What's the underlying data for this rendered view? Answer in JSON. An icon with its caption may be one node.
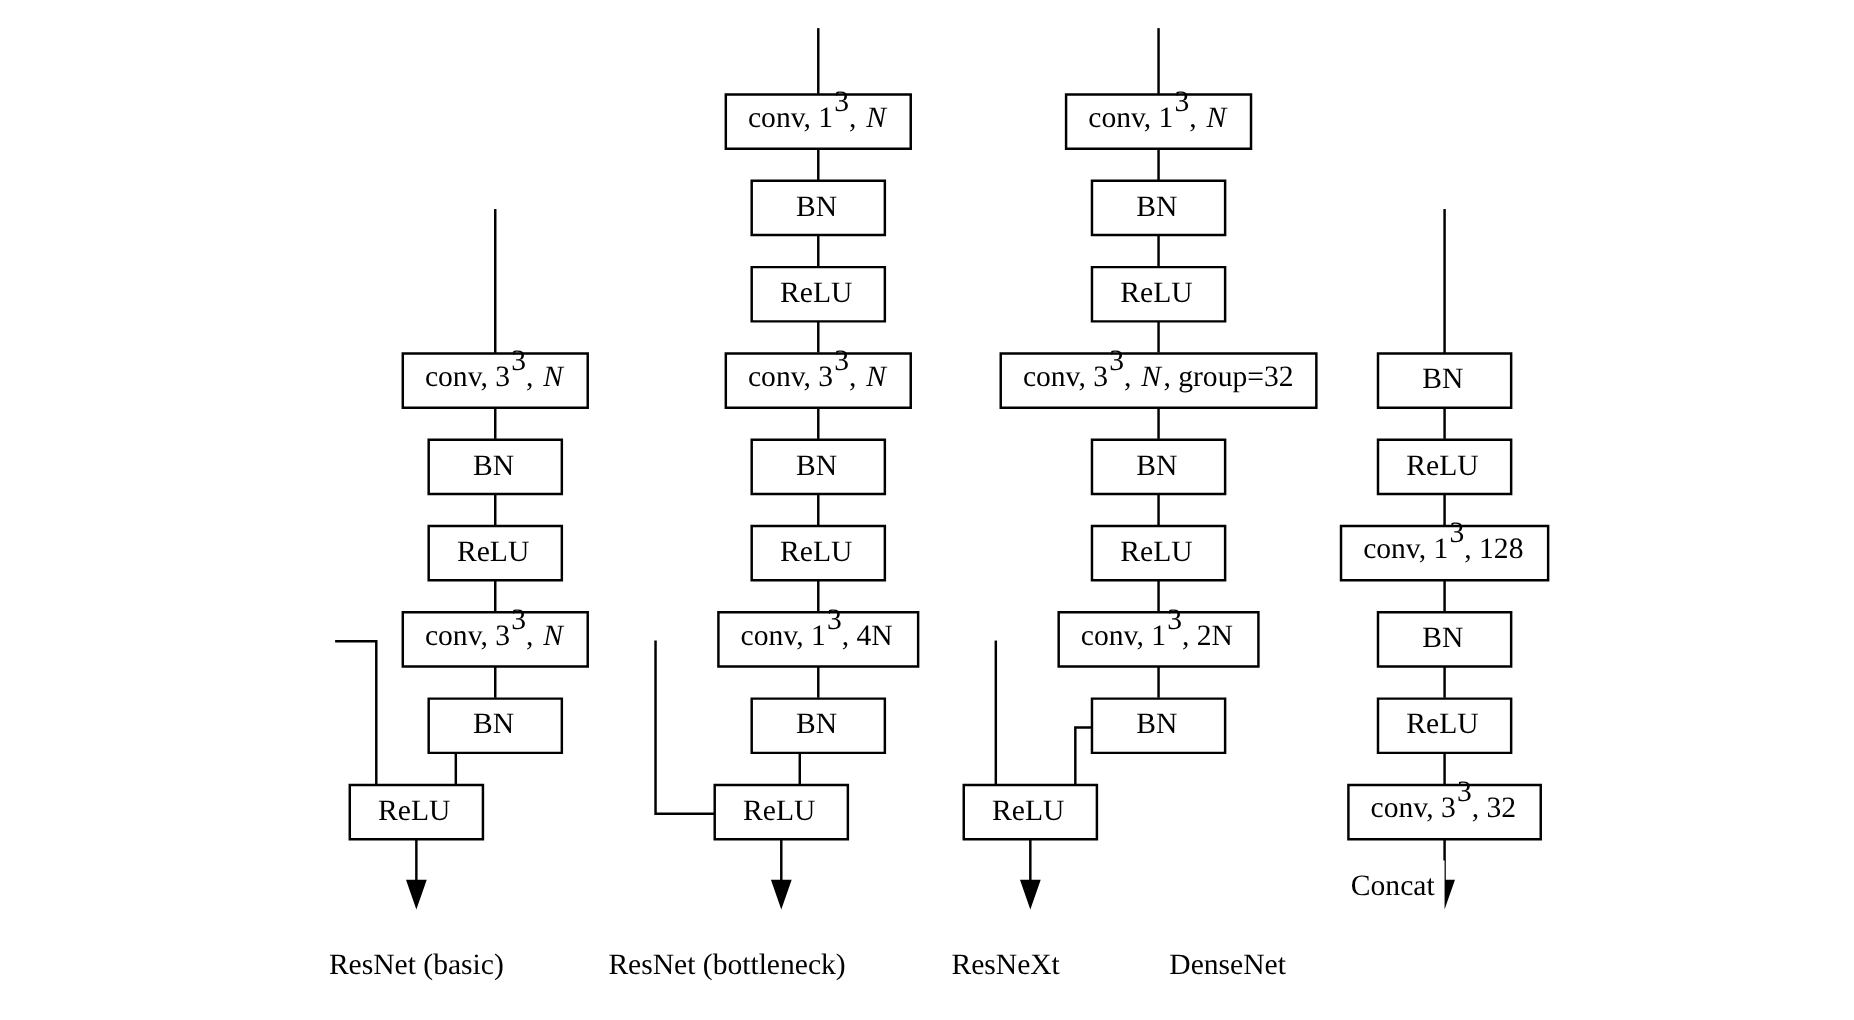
{
  "diagram": {
    "nodes": [
      {
        "text": [
          "conv, 3$^{3}$, *N*"
        ]
      },
      {
        "text": [
          "BN"
        ]
      },
      {
        "text": [
          "ReLU"
        ]
      },
      {
        "text": [
          "conv, 3$^{3}$, *N*"
        ]
      },
      {
        "text": [
          "BN"
        ]
      },
      {
        "text": [
          "ReLU"
        ]
      },
      {
        "text": [
          "conv, 1$^{3}$, *N*"
        ]
      },
      {
        "text": [
          "BN"
        ]
      },
      {
        "text": [
          "ReLU"
        ]
      },
      {
        "text": [
          "conv, 3$^{3}$, *N*"
        ]
      },
      {
        "text": [
          "BN"
        ]
      },
      {
        "text": [
          "ReLU"
        ]
      },
      {
        "text": [
          "conv, 1$^{3}$, 4N"
        ]
      },
      {
        "text": [
          "BN"
        ]
      },
      {
        "text": [
          "ReLU"
        ]
      },
      {
        "text": [
          "conv, 1$^{3}$, *N*"
        ]
      },
      {
        "text": [
          "BN"
        ]
      },
      {
        "text": [
          "ReLU"
        ]
      },
      {
        "text": [
          "conv, 3$^{3}$, *N*, group=32"
        ]
      },
      {
        "text": [
          "BN"
        ]
      },
      {
        "text": [
          "ReLU"
        ]
      },
      {
        "text": [
          "conv, 1$^{3}$, 2N"
        ]
      },
      {
        "text": [
          "BN"
        ]
      },
      {
        "text": [
          "ReLU"
        ]
      },
      {
        "text": [
          "BN"
        ]
      },
      {
        "text": [
          "ReLU"
        ]
      },
      {
        "text": [
          "conv, 1$^{3}$, 128"
        ]
      },
      {
        "text": [
          "BN"
        ]
      },
      {
        "text": [
          "ReLU"
        ]
      },
      {
        "text": [
          "conv, 3$^{3}$, 32"
        ]
      }
    ],
    "edges": [
      {
        "from": null,
        "to": 0,
        "arrow": "none"
      },
      {
        "from": 0,
        "to": 1,
        "arrow": "none"
      },
      {
        "from": 1,
        "to": 2,
        "arrow": "none"
      },
      {
        "from": 2,
        "to": 3,
        "arrow": "none"
      },
      {
        "from": 3,
        "to": 4,
        "arrow": "none"
      },
      {
        "from": 4,
        "to": 5,
        "arrow": "none"
      },
      {
        "from": null,
        "to": 5,
        "arrow": "none"
      },
      {
        "from": 5,
        "to": null,
        "arrow": "to"
      },
      {
        "from": null,
        "to": 6,
        "arrow": "none"
      },
      {
        "from": 6,
        "to": 7,
        "arrow": "none"
      },
      {
        "from": 7,
        "to": 8,
        "arrow": "none"
      },
      {
        "from": 8,
        "to": 9,
        "arrow": "none"
      },
      {
        "from": 9,
        "to": 10,
        "arrow": "none"
      },
      {
        "from": 10,
        "to": 11,
        "arrow": "none"
      },
      {
        "from": 11,
        "to": 12,
        "arrow": "none"
      },
      {
        "from": 12,
        "to": 13,
        "arrow": "none"
      },
      {
        "from": 13,
        "to": 14,
        "arrow": "none"
      },
      {
        "from": null,
        "to": 14,
        "arrow": "none"
      },
      {
        "from": 14,
        "to": null,
        "arrow": "to"
      },
      {
        "from": null,
        "to": 15,
        "arrow": "none"
      },
      {
        "from": 15,
        "to": 16,
        "arrow": "none"
      },
      {
        "from": 16,
        "to": 17,
        "arrow": "none"
      },
      {
        "from": 17,
        "to": 18,
        "arrow": "none"
      },
      {
        "from": 18,
        "to": 19,
        "arrow": "none"
      },
      {
        "from": 19,
        "to": 20,
        "arrow": "none"
      },
      {
        "from": 20,
        "to": 21,
        "arrow": "none"
      },
      {
        "from": 21,
        "to": 22,
        "arrow": "none"
      },
      {
        "from": 22,
        "to": 23,
        "arrow": "none"
      },
      {
        "from": null,
        "to": 23,
        "arrow": "none"
      },
      {
        "from": 23,
        "to": null,
        "arrow": "to"
      },
      {
        "from": null,
        "to": 24,
        "arrow": "none"
      },
      {
        "from": 24,
        "to": 25,
        "arrow": "none"
      },
      {
        "from": 25,
        "to": 26,
        "arrow": "none"
      },
      {
        "from": 26,
        "to": 27,
        "arrow": "none"
      },
      {
        "from": 27,
        "to": 28,
        "arrow": "none"
      },
      {
        "from": 28,
        "to": 29,
        "arrow": "none"
      },
      {
        "from": 29,
        "to": null,
        "arrow": "to",
        "label": "Concat"
      }
    ],
    "labels": [
      "ResNet (basic)",
      "ResNet (bottleneck)",
      "ResNeXt",
      "DenseNet"
    ]
  }
}
